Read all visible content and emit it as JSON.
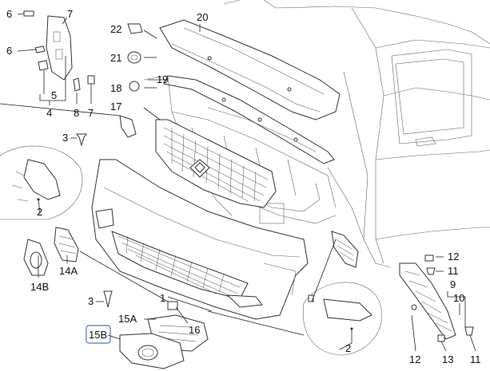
{
  "callouts": {
    "c6a": "6",
    "c7a": "7",
    "c6b": "6",
    "c5": "5",
    "c4": "4",
    "c8": "8",
    "c7b": "7",
    "c22": "22",
    "c21": "21",
    "c18": "18",
    "c17": "17",
    "c19": "19",
    "c20": "20",
    "c3a": "3",
    "c2a": "2",
    "c14b": "14B",
    "c14a": "14A",
    "c3b": "3",
    "c15a": "15A",
    "c16": "16",
    "c15b": "15B",
    "c1": "1",
    "c2b": "2",
    "c12a": "12",
    "c11a": "11",
    "c9": "9",
    "c10": "10",
    "c12b": "12",
    "c13": "13",
    "c11b": "11"
  },
  "colors": {
    "line": "#222222",
    "highlight_box": "#4a76b8",
    "background": "#ffffff"
  }
}
